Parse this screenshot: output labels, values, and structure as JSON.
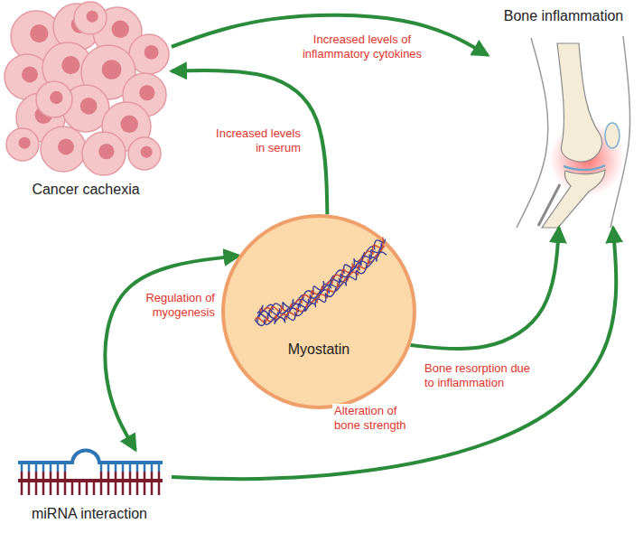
{
  "diagram": {
    "nodes": [
      {
        "text": [
          "Cancer cachexia"
        ]
      },
      {
        "text": [
          "Bone inflammation"
        ]
      },
      {
        "text": [
          "Myostatin"
        ]
      },
      {
        "text": [
          "miRNA interaction"
        ]
      }
    ],
    "edges": [
      {
        "from": 0,
        "to": 1,
        "arrow": "to",
        "label": "Increased levels of inflammatory cytokines"
      },
      {
        "from": 2,
        "to": 0,
        "arrow": "to",
        "label": "Increased levels in serum"
      },
      {
        "from": 2,
        "to": 1,
        "arrow": "to",
        "label": "Bone resorption due to inflammation"
      },
      {
        "from": 2,
        "to": 3,
        "arrow": "both",
        "label": "Regulation of myogenesis"
      },
      {
        "from": 3,
        "to": 1,
        "arrow": "to",
        "label": "Alteration of bone strength"
      }
    ]
  }
}
